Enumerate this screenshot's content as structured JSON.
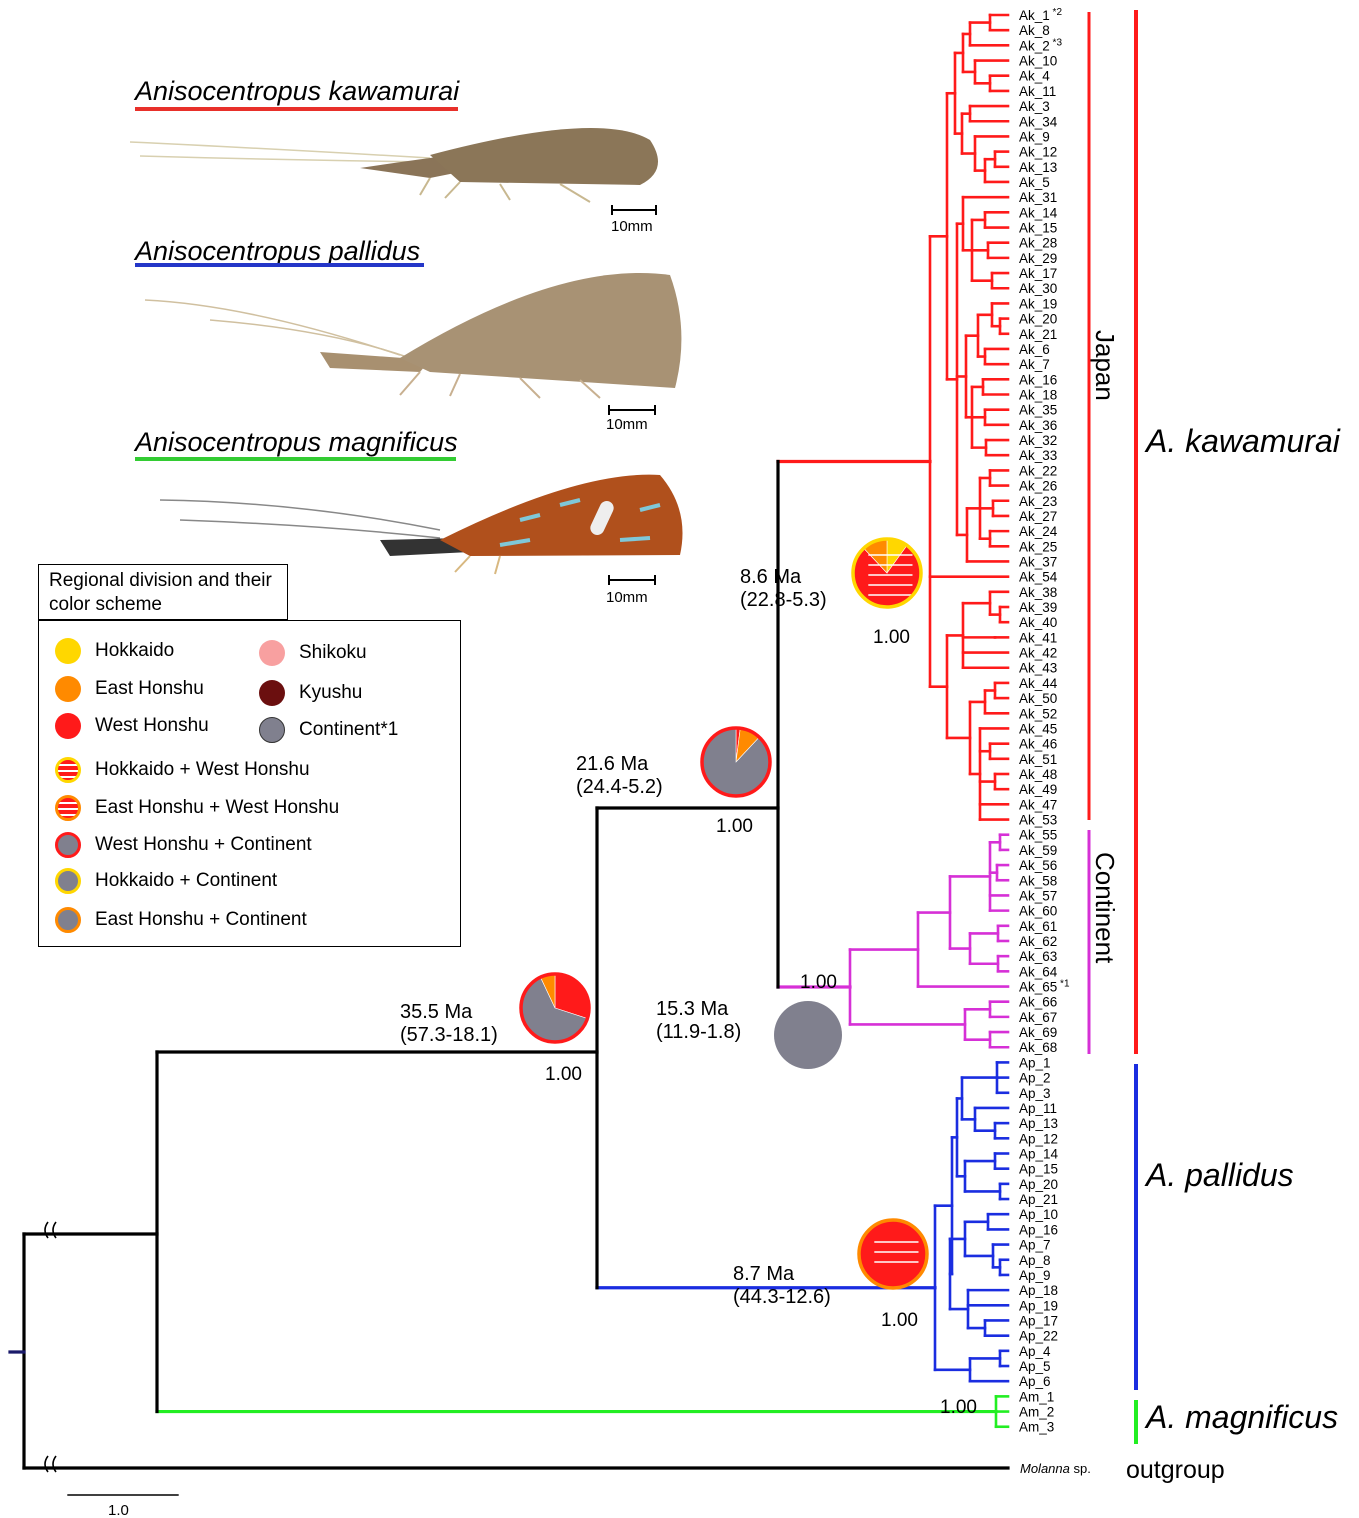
{
  "species_panel": [
    {
      "name": "Anisocentropus kawamurai",
      "color": "#e8302a",
      "scale_label": "10mm"
    },
    {
      "name": "Anisocentropus pallidus",
      "color": "#2436c8",
      "scale_label": "10mm"
    },
    {
      "name": "Anisocentropus magnificus",
      "color": "#33cc33",
      "scale_label": "10mm"
    }
  ],
  "legend": {
    "title": "Regional division and their color scheme",
    "items": [
      {
        "label": "Hokkaido",
        "color": "#ffd700"
      },
      {
        "label": "Shikoku",
        "color": "#f8a0a0"
      },
      {
        "label": "East Honshu",
        "color": "#ff8a00"
      },
      {
        "label": "Kyushu",
        "color": "#6b0f0f"
      },
      {
        "label": "West Honshu",
        "color": "#ff1a1a"
      },
      {
        "label": "Continent*1",
        "color": "#80808e"
      },
      {
        "label": "Hokkaido + West Honshu",
        "color": "#ffd700"
      },
      {
        "label": "East Honshu + West Honshu",
        "color": "#ff8a00"
      },
      {
        "label": "West Honshu + Continent",
        "color": "#ff1a1a"
      },
      {
        "label": "Hokkaido + Continent",
        "color": "#ffd700"
      },
      {
        "label": "East Honshu + Continent",
        "color": "#ff8a00"
      }
    ]
  },
  "tree": {
    "colors": {
      "kawamurai_japan": "#ff1a1a",
      "kawamurai_continent": "#d630d6",
      "pallidus": "#1a2de0",
      "magnificus": "#22ee22",
      "backbone": "#000000"
    },
    "ak_japan_tips": [
      "Ak_1",
      "Ak_8",
      "Ak_2",
      "Ak_10",
      "Ak_4",
      "Ak_11",
      "Ak_3",
      "Ak_34",
      "Ak_9",
      "Ak_12",
      "Ak_13",
      "Ak_5",
      "Ak_31",
      "Ak_14",
      "Ak_15",
      "Ak_28",
      "Ak_29",
      "Ak_17",
      "Ak_30",
      "Ak_19",
      "Ak_20",
      "Ak_21",
      "Ak_6",
      "Ak_7",
      "Ak_16",
      "Ak_18",
      "Ak_35",
      "Ak_36",
      "Ak_32",
      "Ak_33",
      "Ak_22",
      "Ak_26",
      "Ak_23",
      "Ak_27",
      "Ak_24",
      "Ak_25",
      "Ak_37",
      "Ak_54",
      "Ak_38",
      "Ak_39",
      "Ak_40",
      "Ak_41",
      "Ak_42",
      "Ak_43",
      "Ak_44",
      "Ak_50",
      "Ak_52",
      "Ak_45",
      "Ak_46",
      "Ak_51",
      "Ak_48",
      "Ak_49",
      "Ak_47",
      "Ak_53"
    ],
    "ak_continent_tips": [
      "Ak_55",
      "Ak_59",
      "Ak_56",
      "Ak_58",
      "Ak_57",
      "Ak_60",
      "Ak_61",
      "Ak_62",
      "Ak_63",
      "Ak_64",
      "Ak_65",
      "Ak_66",
      "Ak_67",
      "Ak_69",
      "Ak_68"
    ],
    "ap_tips": [
      "Ap_1",
      "Ap_2",
      "Ap_3",
      "Ap_11",
      "Ap_13",
      "Ap_12",
      "Ap_14",
      "Ap_15",
      "Ap_20",
      "Ap_21",
      "Ap_10",
      "Ap_16",
      "Ap_7",
      "Ap_8",
      "Ap_9",
      "Ap_18",
      "Ap_19",
      "Ap_17",
      "Ap_22",
      "Ap_4",
      "Ap_5",
      "Ap_6"
    ],
    "am_tips": [
      "Am_1",
      "Am_2",
      "Am_3"
    ],
    "tip_marks": {
      "Ak_1": "*2",
      "Ak_2": "*3",
      "Ak_65": "*1"
    },
    "outgroup_tip": {
      "genus": "Molanna",
      "suffix": " sp."
    },
    "nodes": [
      {
        "age": "35.5 Ma",
        "hpd": "(57.3-18.1)",
        "support": "1.00"
      },
      {
        "age": "21.6 Ma",
        "hpd": "(24.4-5.2)",
        "support": "1.00"
      },
      {
        "age": "8.6 Ma",
        "hpd": "(22.8-5.3)",
        "support": "1.00"
      },
      {
        "age": "15.3 Ma",
        "hpd": "(11.9-1.8)",
        "support": "1.00"
      },
      {
        "age": "8.7 Ma",
        "hpd": "(44.3-12.6)",
        "support": "1.00"
      },
      {
        "support": "1.00"
      }
    ],
    "clade_labels": {
      "japan": "Japan",
      "continent": "Continent",
      "kawamurai": "A. kawamurai",
      "pallidus": "A. pallidus",
      "magnificus": "A. magnificus",
      "outgroup": "outgroup"
    },
    "scale_bar": "1.0"
  }
}
